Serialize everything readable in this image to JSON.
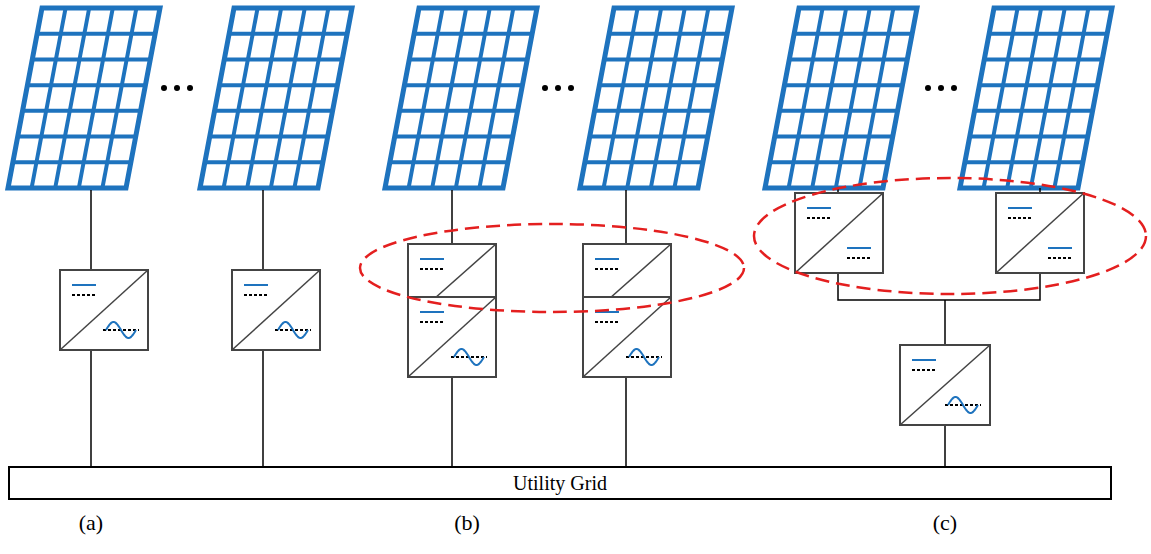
{
  "diagram": {
    "nodes": [
      {
        "text": [
          "Utility Grid"
        ]
      }
    ],
    "labels": [
      "(a)",
      "(b)",
      "(c)"
    ]
  }
}
